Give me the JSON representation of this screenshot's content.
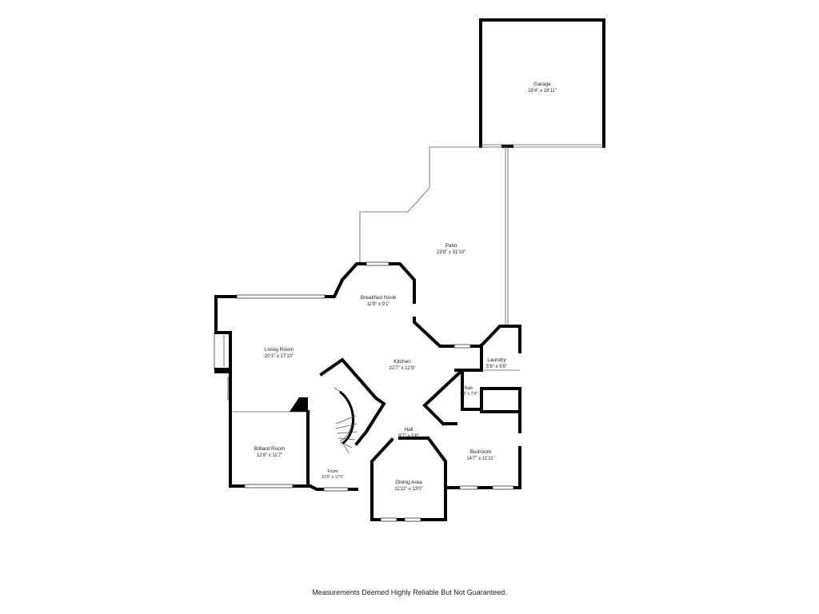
{
  "rooms": {
    "garage": {
      "name": "Garage",
      "dims": "19'4\" x 19'11\""
    },
    "patio": {
      "name": "Patio",
      "dims": "23'8\" x 31'10\""
    },
    "breakfast": {
      "name": "Breakfast Nook",
      "dims": "11'9\" x 9'1\""
    },
    "living": {
      "name": "Living Room",
      "dims": "20'1\" x 17'10\""
    },
    "kitchen": {
      "name": "Kitchen",
      "dims": "22'7\" x 12'9\""
    },
    "laundry": {
      "name": "Laundry",
      "dims": "5'6\" x 9'8\""
    },
    "bath": {
      "name": "Bath",
      "dims": "9'8\" x 7'4\""
    },
    "hall": {
      "name": "Hall",
      "dims": "9'7\" x 5'6\""
    },
    "billiard": {
      "name": "Billiard Room",
      "dims": "12'6\" x 11'7\""
    },
    "bedroom": {
      "name": "Bedroom",
      "dims": "14'7\" x 11'11\""
    },
    "foyer": {
      "name": "Foyer",
      "dims": "13'0\" x 17'9\""
    },
    "dining": {
      "name": "Dining Area",
      "dims": "11'11\" x 13'0\""
    }
  },
  "footer": "Measurements Deemed Highly Reliable But Not Guaranteed."
}
